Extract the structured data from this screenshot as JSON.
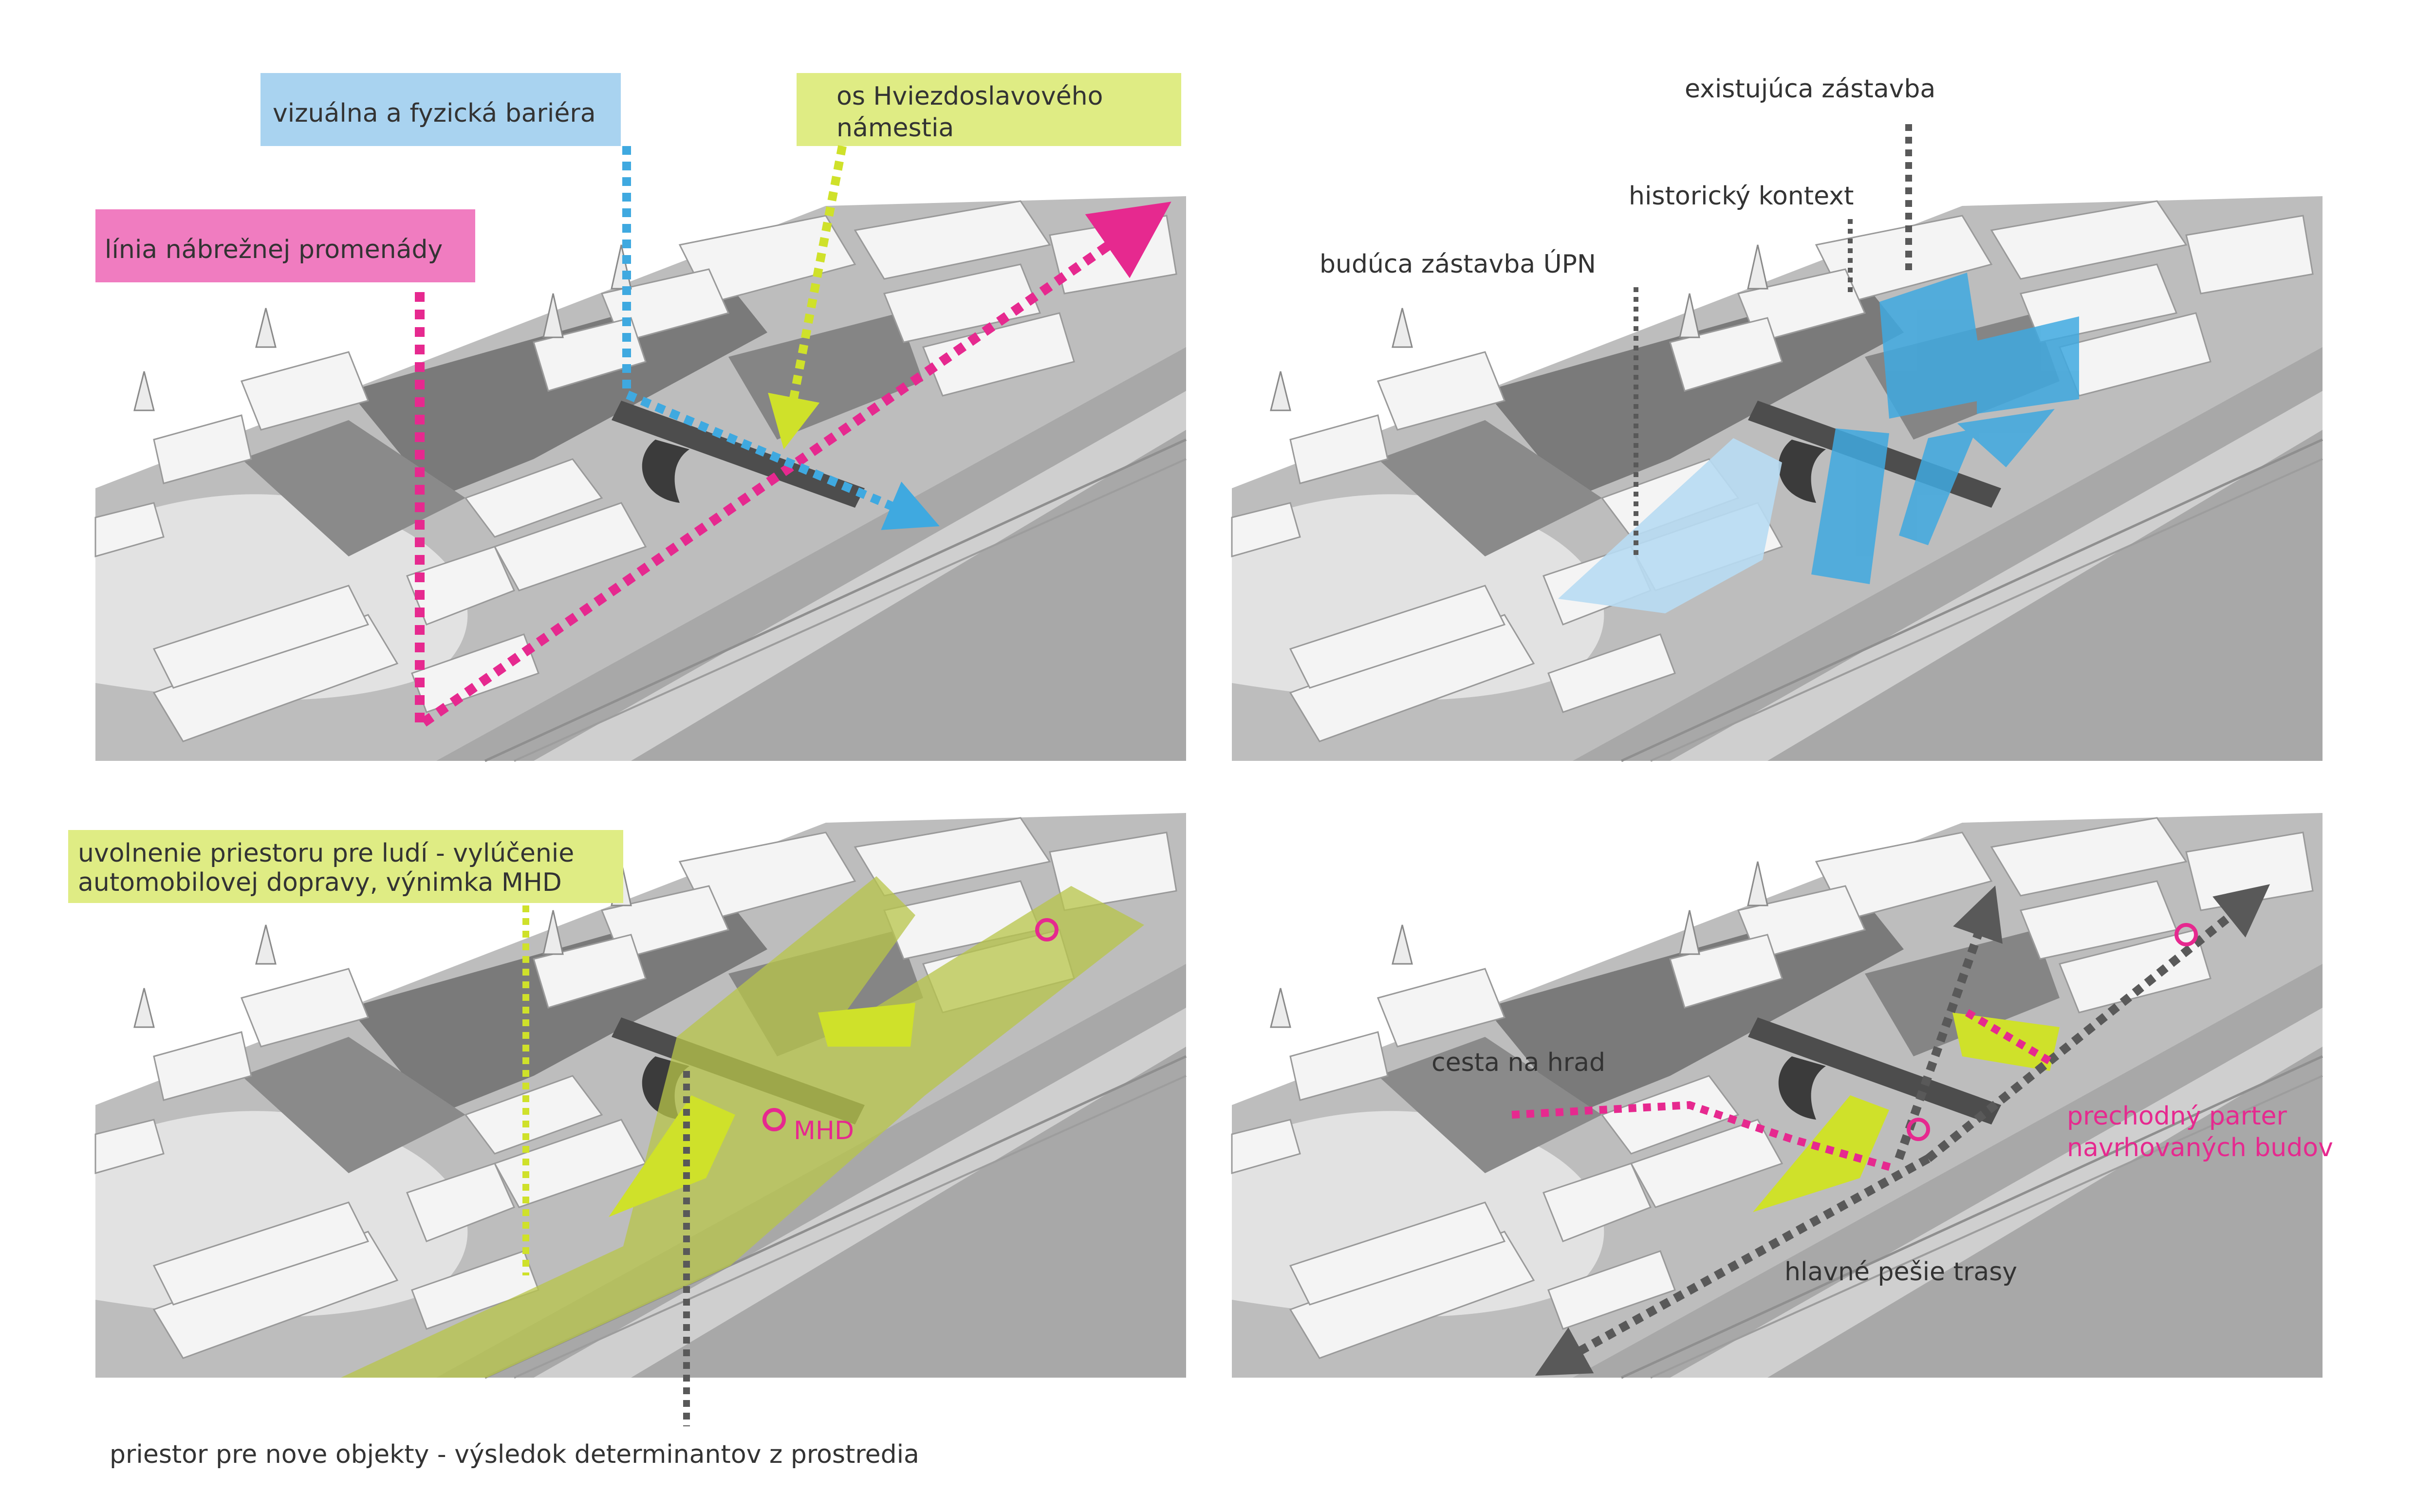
{
  "colors": {
    "magenta": "#e6298f",
    "blue": "#3fa9e0",
    "lime": "#cfe12a",
    "gray": "#595959",
    "label_blue_bg": "#a9d3f0",
    "label_lime_bg": "#dfec84",
    "label_magenta_bg": "#f07cc0",
    "building": "#f2f2f2",
    "shadow": "#8f8f8f",
    "ground": "#c9c9c9"
  },
  "panels": {
    "p1": {
      "label_barrier": "vizuálna a fyzická bariéra",
      "label_axis_1": "os Hviezdoslavového",
      "label_axis_2": "námestia",
      "label_promenade": "línia nábrežnej promenády"
    },
    "p2": {
      "label_existing": "existujúca zástavba",
      "label_historic": "historický kontext",
      "label_future": "budúca zástavba ÚPN"
    },
    "p3": {
      "label_release_1": "uvolnenie priestoru pre ludí -  vylúčenie",
      "label_release_2": "automobilovej dopravy, výnimka MHD",
      "label_mhd": "MHD",
      "label_bottom": "priestor pre nove objekty - výsledok determinantov z prostredia"
    },
    "p4": {
      "label_castle": "cesta na hrad",
      "label_parter_1": "prechodný parter",
      "label_parter_2": "navrhovaných  budov",
      "label_routes": "hlavné pešie trasy"
    }
  }
}
